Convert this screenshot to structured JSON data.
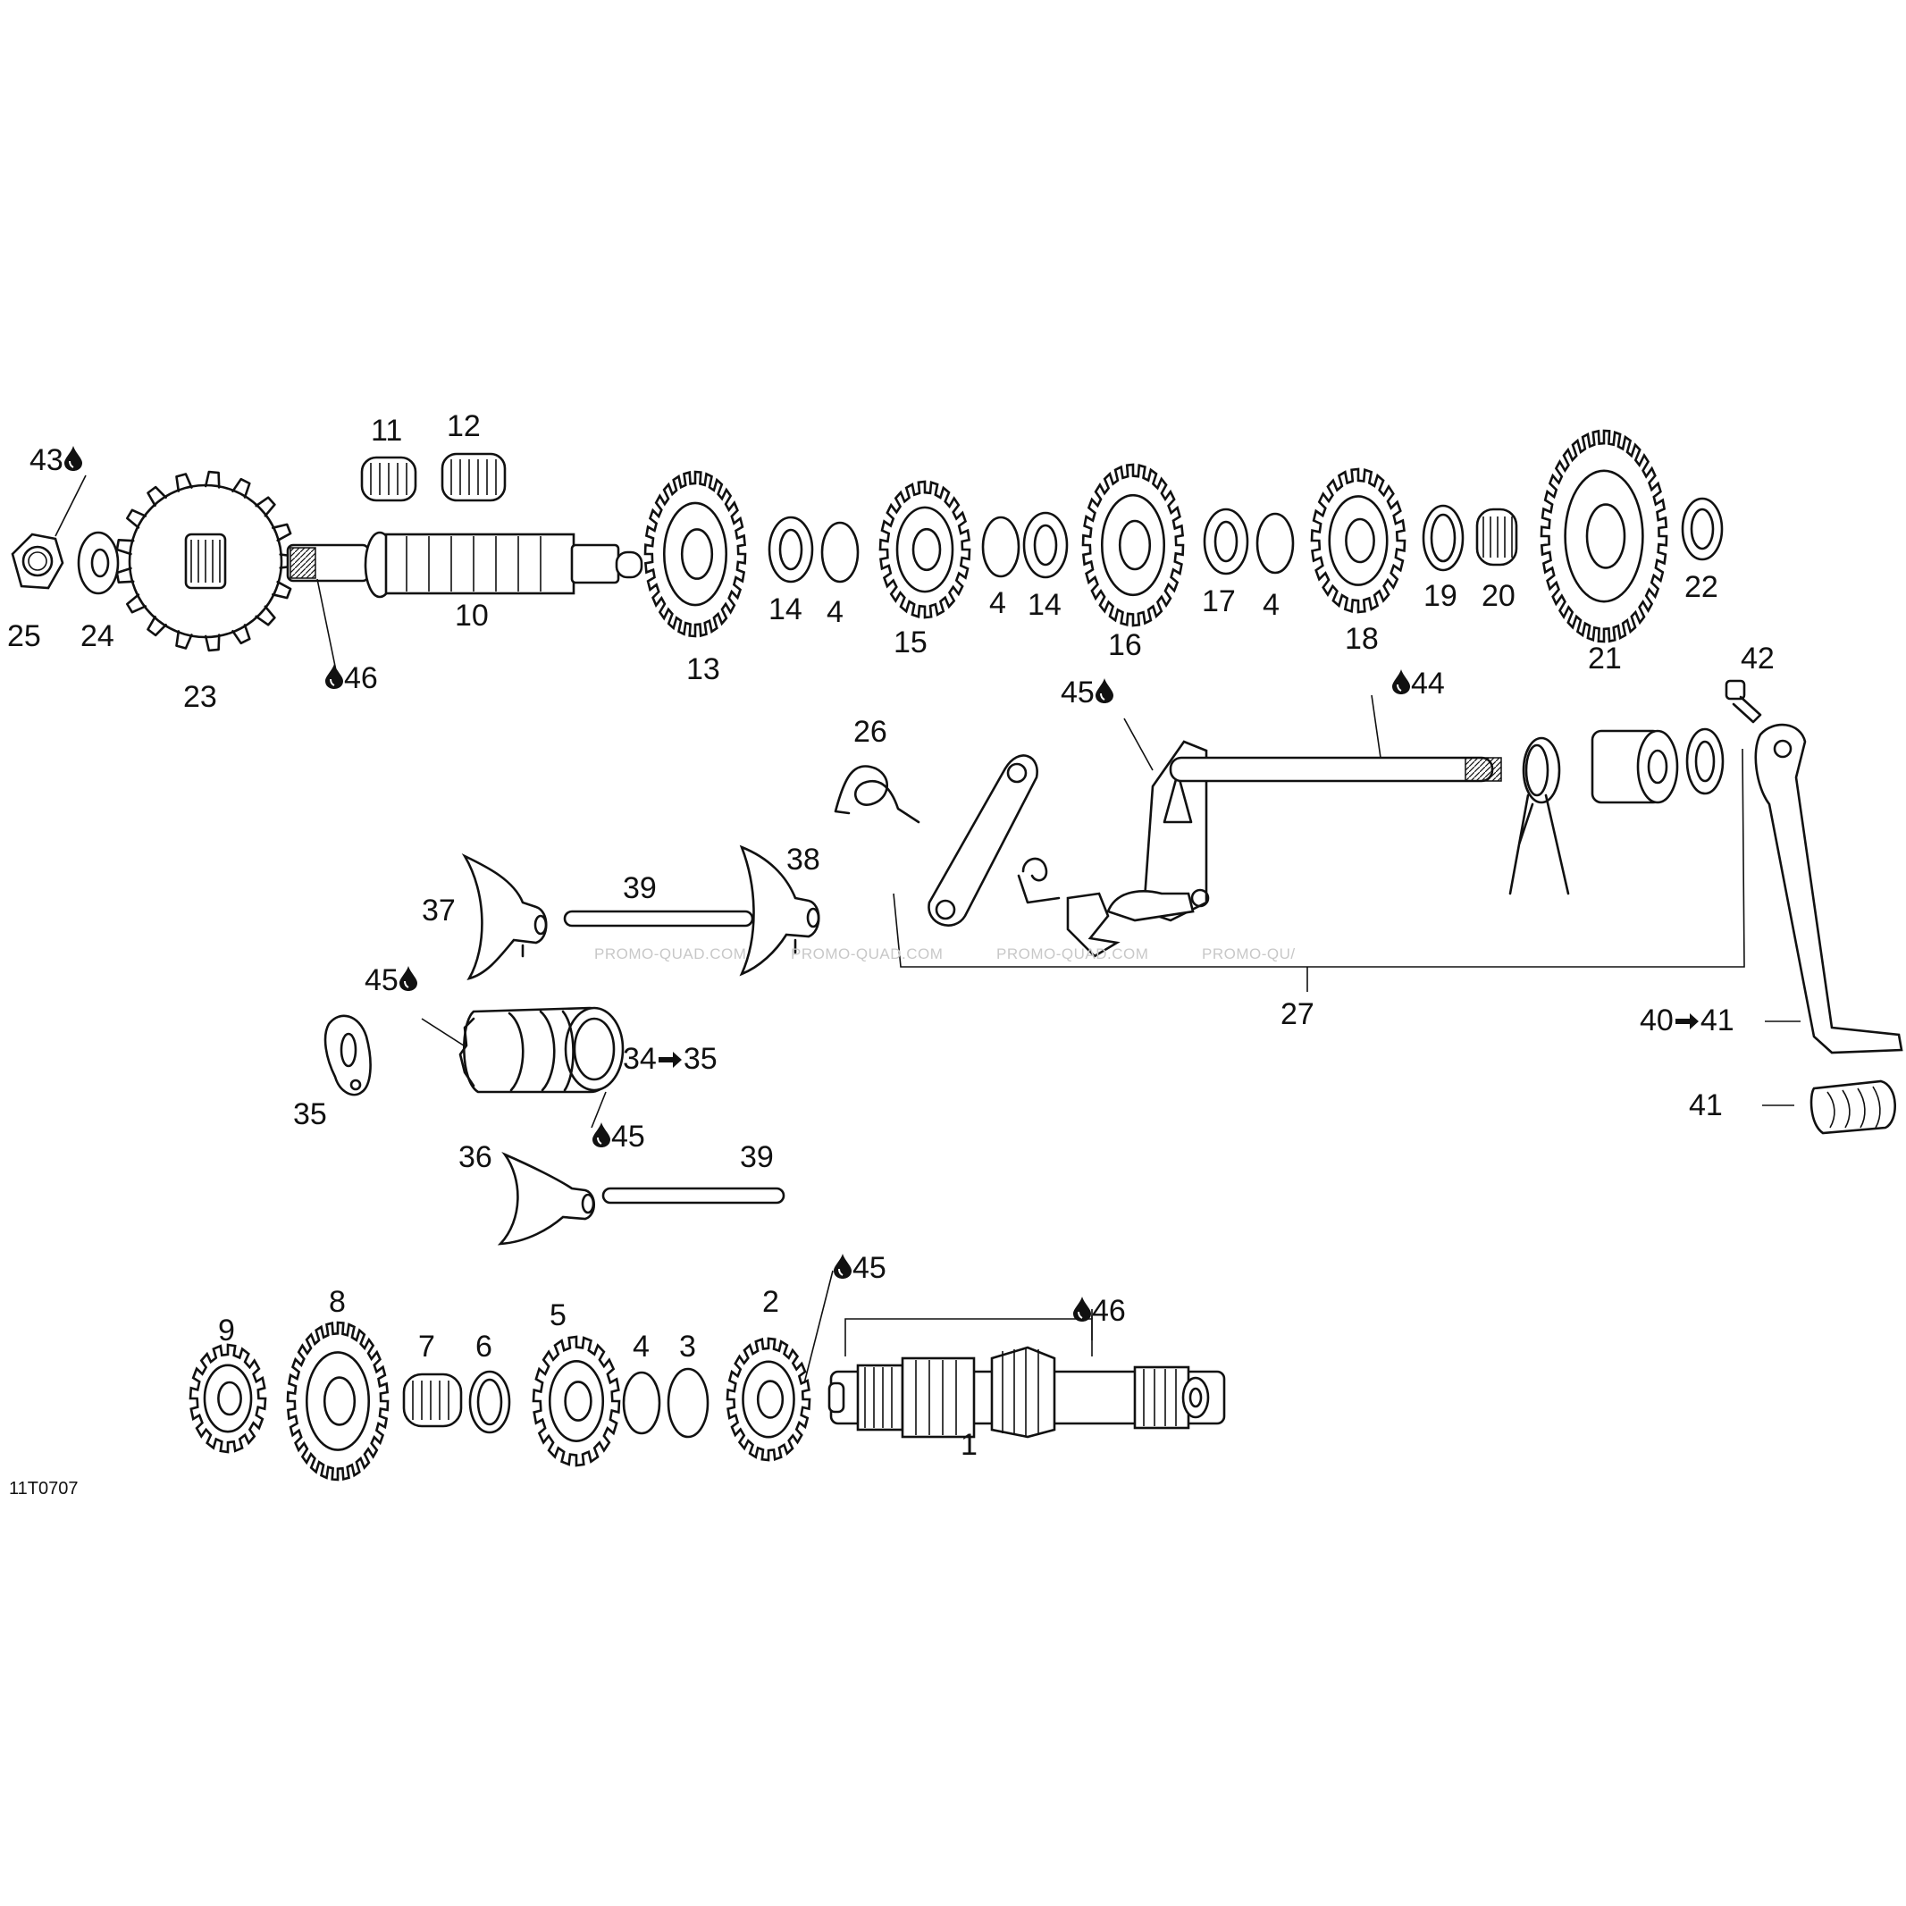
{
  "diagram": {
    "reference_code": "11T0707",
    "watermark": [
      "PROMO-QUAD.COM",
      "PROMO-QUAD.COM",
      "PROMO-QUAD.COM",
      "PROMO-QU/"
    ],
    "callouts": [
      {
        "id": "c1",
        "text": "1",
        "part": "output-shaft"
      },
      {
        "id": "c2",
        "text": "2",
        "part": "gear"
      },
      {
        "id": "c3",
        "text": "3",
        "part": "circlip"
      },
      {
        "id": "c4a",
        "text": "4",
        "part": "circlip"
      },
      {
        "id": "c4b",
        "text": "4",
        "part": "circlip"
      },
      {
        "id": "c4c",
        "text": "4",
        "part": "circlip"
      },
      {
        "id": "c4d",
        "text": "4",
        "part": "circlip"
      },
      {
        "id": "c5",
        "text": "5",
        "part": "gear"
      },
      {
        "id": "c6",
        "text": "6",
        "part": "washer"
      },
      {
        "id": "c7",
        "text": "7",
        "part": "needle-bearing"
      },
      {
        "id": "c8",
        "text": "8",
        "part": "gear"
      },
      {
        "id": "c9",
        "text": "9",
        "part": "gear"
      },
      {
        "id": "c10",
        "text": "10",
        "part": "main-shaft"
      },
      {
        "id": "c11",
        "text": "11",
        "part": "needle-bearing"
      },
      {
        "id": "c12",
        "text": "12",
        "part": "needle-bearing"
      },
      {
        "id": "c13",
        "text": "13",
        "part": "gear"
      },
      {
        "id": "c14a",
        "text": "14",
        "part": "splined-washer"
      },
      {
        "id": "c14b",
        "text": "14",
        "part": "splined-washer"
      },
      {
        "id": "c15",
        "text": "15",
        "part": "gear"
      },
      {
        "id": "c16",
        "text": "16",
        "part": "gear"
      },
      {
        "id": "c17",
        "text": "17",
        "part": "splined-washer"
      },
      {
        "id": "c18",
        "text": "18",
        "part": "gear"
      },
      {
        "id": "c19",
        "text": "19",
        "part": "washer"
      },
      {
        "id": "c20",
        "text": "20",
        "part": "needle-bearing"
      },
      {
        "id": "c21",
        "text": "21",
        "part": "gear"
      },
      {
        "id": "c22",
        "text": "22",
        "part": "washer"
      },
      {
        "id": "c23",
        "text": "23",
        "part": "sprocket"
      },
      {
        "id": "c24",
        "text": "24",
        "part": "lock-washer"
      },
      {
        "id": "c25",
        "text": "25",
        "part": "nut"
      },
      {
        "id": "c26",
        "text": "26",
        "part": "spring"
      },
      {
        "id": "c27",
        "text": "27",
        "part": "shift-shaft-assembly"
      },
      {
        "id": "c34",
        "text": "34",
        "arrow_to": "35",
        "part": "shift-drum"
      },
      {
        "id": "c35",
        "text": "35",
        "part": "drum-plate"
      },
      {
        "id": "c36",
        "text": "36",
        "part": "shift-fork"
      },
      {
        "id": "c37",
        "text": "37",
        "part": "shift-fork"
      },
      {
        "id": "c38",
        "text": "38",
        "part": "shift-fork"
      },
      {
        "id": "c39a",
        "text": "39",
        "part": "fork-rod"
      },
      {
        "id": "c39b",
        "text": "39",
        "part": "fork-rod"
      },
      {
        "id": "c40",
        "text": "40",
        "arrow_to": "41",
        "part": "shift-lever"
      },
      {
        "id": "c41",
        "text": "41",
        "part": "lever-rubber"
      },
      {
        "id": "c42",
        "text": "42",
        "part": "screw"
      },
      {
        "id": "c43",
        "text": "43",
        "drop": true,
        "drop_side": "after",
        "part": "nut"
      },
      {
        "id": "c44",
        "text": "44",
        "drop": true,
        "drop_side": "before",
        "part": "shift-shaft"
      },
      {
        "id": "c45a",
        "text": "45",
        "drop": true,
        "drop_side": "after",
        "part": "shift-shaft"
      },
      {
        "id": "c45b",
        "text": "45",
        "drop": true,
        "drop_side": "after",
        "part": "shift-drum"
      },
      {
        "id": "c45c",
        "text": "45",
        "drop": true,
        "drop_side": "before",
        "part": "shift-drum"
      },
      {
        "id": "c45d",
        "text": "45",
        "drop": true,
        "drop_side": "before",
        "part": "gear-2"
      },
      {
        "id": "c46a",
        "text": "46",
        "drop": true,
        "drop_side": "before",
        "part": "main-shaft"
      },
      {
        "id": "c46b",
        "text": "46",
        "drop": true,
        "drop_side": "before",
        "part": "output-shaft"
      }
    ],
    "colors": {
      "ink": "#111111",
      "background": "#ffffff",
      "watermark": "#c8c8c8"
    }
  }
}
